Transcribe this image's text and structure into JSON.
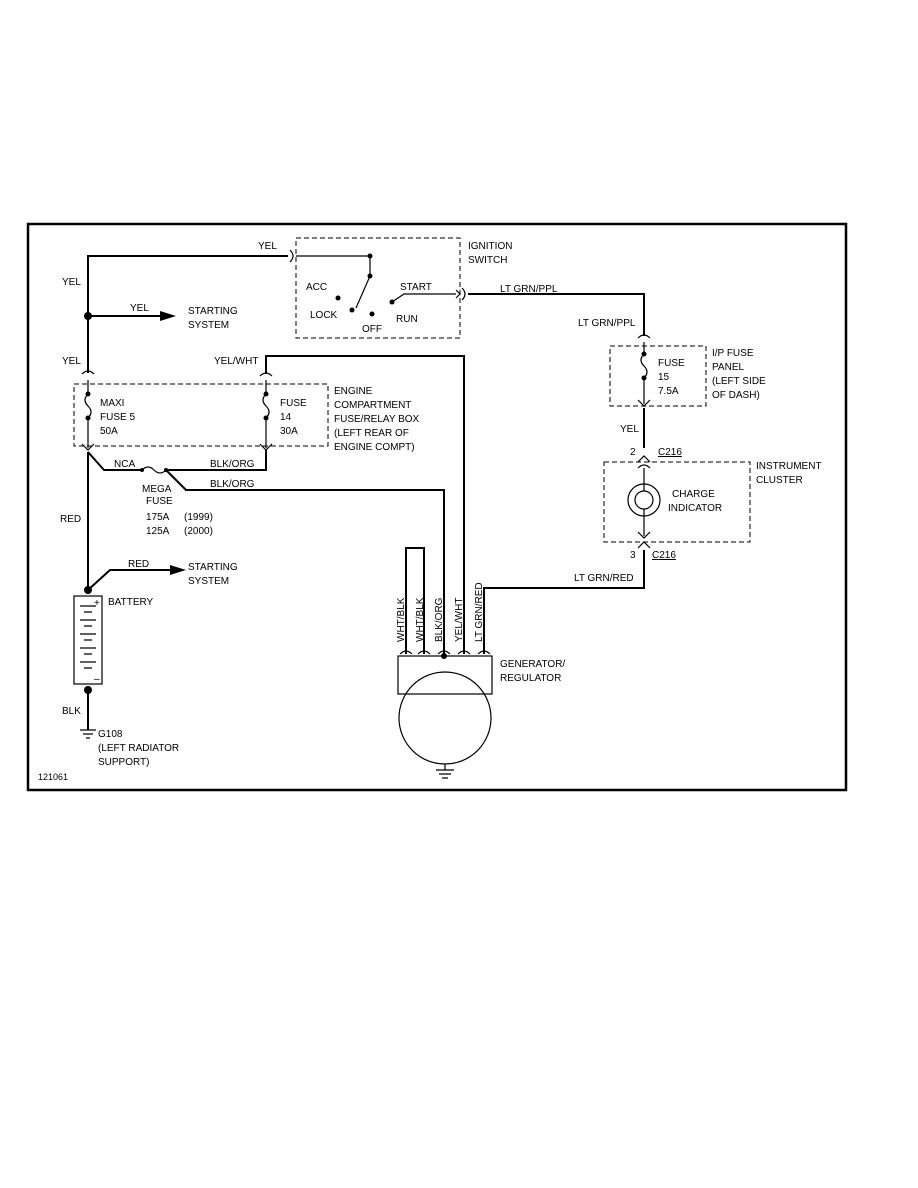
{
  "labels": {
    "yel_top": "YEL",
    "yel_left": "YEL",
    "yel_arrow": "YEL",
    "starting_system_1": [
      "STARTING",
      "SYSTEM"
    ],
    "yel_left2": "YEL",
    "ignition_switch": [
      "IGNITION",
      "SWITCH"
    ],
    "acc": "ACC",
    "lock": "LOCK",
    "off": "OFF",
    "start": "START",
    "run": "RUN",
    "lt_grn_ppl_1": "LT GRN/PPL",
    "lt_grn_ppl_2": "LT GRN/PPL",
    "yel_wht_top": "YEL/WHT",
    "maxi_fuse": [
      "MAXI",
      "FUSE 5",
      "50A"
    ],
    "fuse_14": [
      "FUSE",
      "14",
      "30A"
    ],
    "engine_box": [
      "ENGINE",
      "COMPARTMENT",
      "FUSE/RELAY BOX",
      "(LEFT REAR OF",
      "ENGINE COMPT)"
    ],
    "ip_fuse_inner": [
      "FUSE",
      "15",
      "7.5A"
    ],
    "ip_fuse_panel": [
      "I/P FUSE",
      "PANEL",
      "(LEFT SIDE",
      "OF DASH)"
    ],
    "yel_right": "YEL",
    "pin_2": "2",
    "c216_top": "C216",
    "nca": "NCA",
    "blk_org_1": "BLK/ORG",
    "blk_org_2": "BLK/ORG",
    "mega_fuse": [
      "MEGA",
      "FUSE"
    ],
    "mega_rating_1": [
      "175A",
      "(1999)"
    ],
    "mega_rating_2": [
      "125A",
      "(2000)"
    ],
    "instrument_cluster": [
      "INSTRUMENT",
      "CLUSTER"
    ],
    "charge_indicator": [
      "CHARGE",
      "INDICATOR"
    ],
    "red_left": "RED",
    "red_arrow": "RED",
    "starting_system_2": [
      "STARTING",
      "SYSTEM"
    ],
    "pin_3": "3",
    "c216_bottom": "C216",
    "lt_grn_red": "LT GRN/RED",
    "battery": "BATTERY",
    "plus": "+",
    "minus": "–",
    "wht_blk_1": "WHT/BLK",
    "wht_blk_2": "WHT/BLK",
    "blk_org_v": "BLK/ORG",
    "yel_wht_v": "YEL/WHT",
    "lt_grn_red_v": "LT GRN/RED",
    "generator": [
      "GENERATOR/",
      "REGULATOR"
    ],
    "blk": "BLK",
    "g108": [
      "G108",
      "(LEFT RADIATOR",
      "SUPPORT)"
    ],
    "figure_id": "121061"
  }
}
